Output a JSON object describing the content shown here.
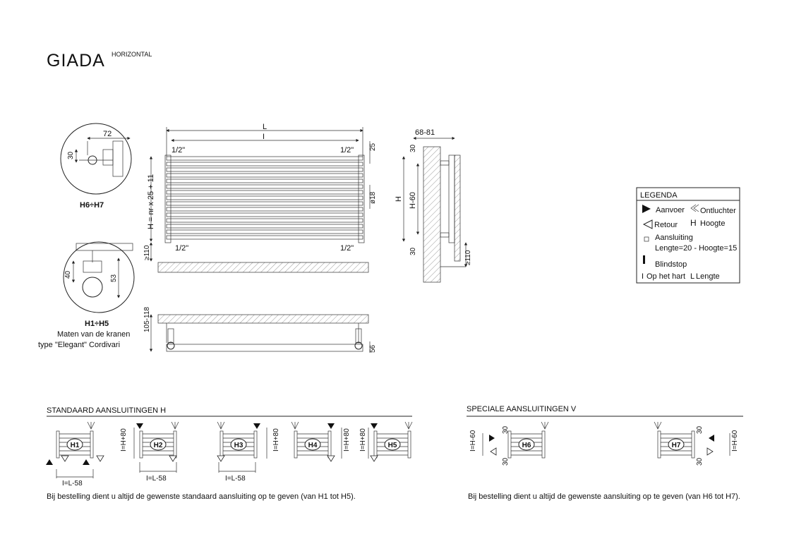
{
  "title": {
    "main": "GIADA",
    "sup": "HORIZONTAL"
  },
  "details": {
    "h67": {
      "label": "H6÷H7",
      "dim_width": "72",
      "dim_height": "30"
    },
    "h15": {
      "label": "H1÷H5",
      "dim_a": "40",
      "dim_b": "53"
    },
    "note_line1": "Maten van de kranen",
    "note_line2": "type \"Elegant\" Cordivari"
  },
  "front": {
    "dim_L": "L",
    "dim_I": "I",
    "thread_tl": "1/2\"",
    "thread_tr": "1/2\"",
    "thread_bl": "1/2\"",
    "thread_br": "1/2\"",
    "dim_25": "25",
    "dim_d18": "ø18",
    "dim_H": "H = nr x 25 + 11",
    "dim_110": "≥110"
  },
  "top": {
    "dim_depth": "105-118",
    "dim_56": "56"
  },
  "side": {
    "dim_depth": "68-81",
    "dim_30_top": "30",
    "dim_30_bot": "30",
    "dim_H": "H",
    "dim_H60": "H-60",
    "dim_110": "≥110"
  },
  "legend": {
    "title": "LEGENDA",
    "aanvoer": "Aanvoer",
    "ontluchter": "Ontluchter",
    "retour": "Retour",
    "h_letter": "H",
    "hoogte": "Hoogte",
    "aansluiting": "Aansluiting",
    "aansluiting_size": "Lengte=20 - Hoogte=15",
    "blindstop": "Blindstop",
    "i_letter": "I",
    "op_het_hart": "Op het hart",
    "l_letter": "L",
    "lengte": "Lengte"
  },
  "standard": {
    "title": "STANDAARD AANSLUITINGEN H",
    "items": [
      {
        "label": "H1",
        "dim": "I=L-58"
      },
      {
        "label": "H2",
        "dim": "I=L-58",
        "side_dim": "I=H+80"
      },
      {
        "label": "H3",
        "dim": "I=L-58",
        "side_dim": "I=H+80"
      },
      {
        "label": "H4",
        "side_dim": "I=H+80"
      },
      {
        "label": "H5",
        "side_dim": "I=H+80"
      }
    ],
    "note": "Bij bestelling dient u altijd de gewenste standaard aansluiting op te geven (van H1 tot H5)."
  },
  "special": {
    "title": "SPECIALE AANSLUITINGEN V",
    "items": [
      {
        "label": "H6",
        "side_dim": "I=H-60",
        "dim_top": "30",
        "dim_bot": "30"
      },
      {
        "label": "H7",
        "side_dim": "I=H-60",
        "dim_top": "30",
        "dim_bot": "30"
      }
    ],
    "note": "Bij bestelling dient u altijd de gewenste aansluiting op te geven (van H6 tot H7)."
  },
  "colors": {
    "line": "#222222",
    "background": "#ffffff"
  }
}
